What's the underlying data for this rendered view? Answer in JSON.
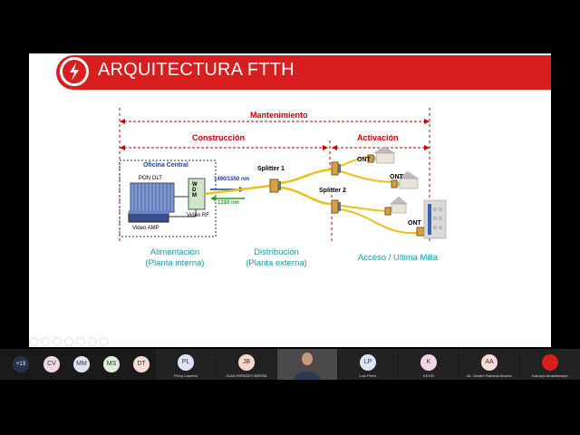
{
  "slide": {
    "title": "ARQUITECTURA FTTH",
    "brackets": {
      "mantenimiento": "Mantenimiento",
      "construccion": "Construcción",
      "activacion": "Activación"
    },
    "central_office": {
      "title": "Oficina Central",
      "pon_olt": "PON OLT",
      "wdm": "W D M",
      "video_rf": "Video RF",
      "video_amp": "Video AMP"
    },
    "wavelengths": {
      "downstream": "1490/1550 nm",
      "upstream": "1310 nm"
    },
    "splitter1": "Splitter 1",
    "splitter2": "Splitter 2",
    "ont_labels": [
      "ONT",
      "ONT",
      "ONT"
    ],
    "sections": {
      "alimentacion_1": "Alimentación",
      "alimentacion_2": "(Planta interna)",
      "distribucion_1": "Distribución",
      "distribucion_2": "(Planta externa)",
      "acceso": "Acceso / Ultima Milla"
    }
  },
  "participants": {
    "overflow_count": "+13",
    "initials_small": [
      {
        "initials": "CV",
        "color": "#f3d6e6"
      },
      {
        "initials": "MM",
        "color": "#dfe3f4"
      },
      {
        "initials": "MS",
        "color": "#dff0d8"
      },
      {
        "initials": "DT",
        "color": "#f6dcd4"
      }
    ],
    "tiles": [
      {
        "initials": "PL",
        "name": "Percy Laureno",
        "color": "#dde4f6"
      },
      {
        "initials": "JB",
        "name": "JUAN PAREDES BREÑA",
        "color": "#f5d7cf"
      },
      {
        "initials": "",
        "name": "",
        "color": ""
      },
      {
        "initials": "LP",
        "name": "Luis Pérez",
        "color": "#dde4f6"
      },
      {
        "initials": "K",
        "name": "KEVIN",
        "color": "#f3d6e6"
      },
      {
        "initials": "AA",
        "name": "Ak. Xander Rabanal Alvarez",
        "color": "#f6dcd4"
      },
      {
        "initials": "",
        "name": "Karusyn Amachinseyo",
        "color": "#d81e1e"
      }
    ]
  },
  "colors": {
    "brand_red": "#d81e1e",
    "fiber_yellow": "#e8c21a",
    "teal_text": "#1b9aa8",
    "upstream_green": "#2aa02a",
    "downstream_blue": "#1f3f9a"
  }
}
